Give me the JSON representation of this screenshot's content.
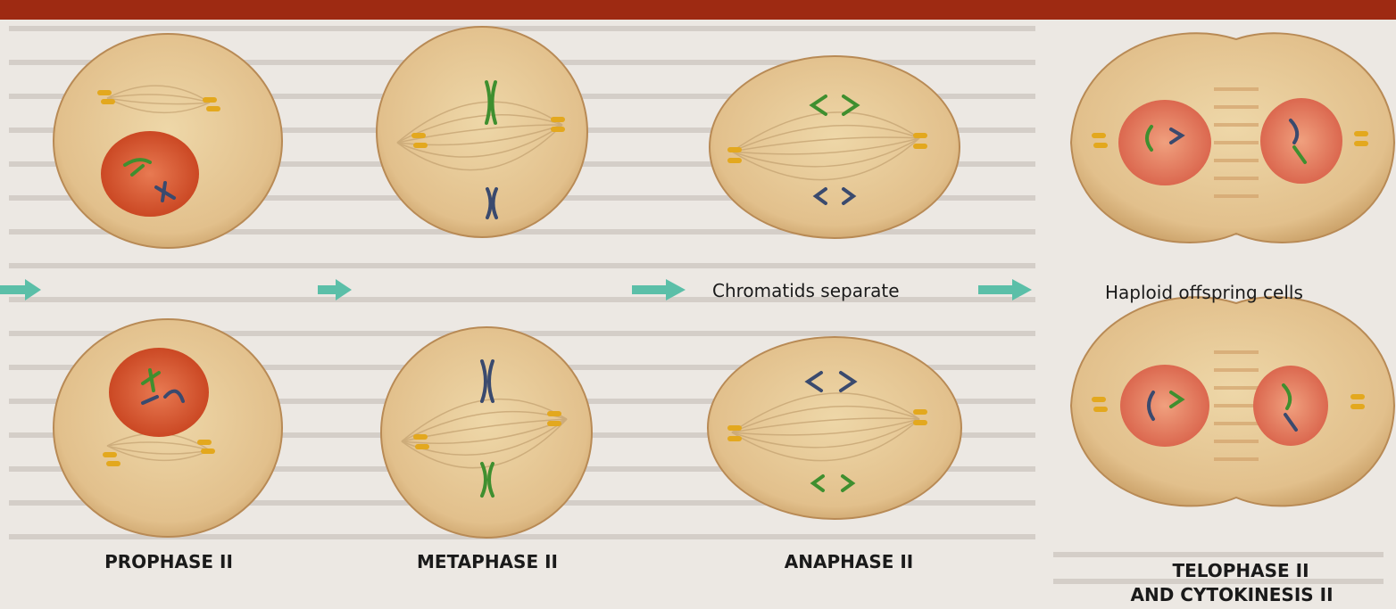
{
  "stages": [
    {
      "label": "PROPHASE II"
    },
    {
      "label": "METAPHASE II"
    },
    {
      "label": "ANAPHASE II"
    },
    {
      "label_line1": "TELOPHASE II",
      "label_line2": "AND CYTOKINESIS II"
    }
  ],
  "annotations": {
    "anaphase_note": "Chromatids separate",
    "telophase_note": "Haploid offspring cells"
  },
  "colors": {
    "cell_fill": "#e5c797",
    "cell_edge": "#c59c65",
    "nucleus": "#d9542f",
    "chromosome_green": "#3f8f2f",
    "chromosome_blue": "#3a4a6e",
    "centrosome": "#e3a81e",
    "arrow": "#5bbfa8",
    "header_bar": "#9e2a12"
  }
}
